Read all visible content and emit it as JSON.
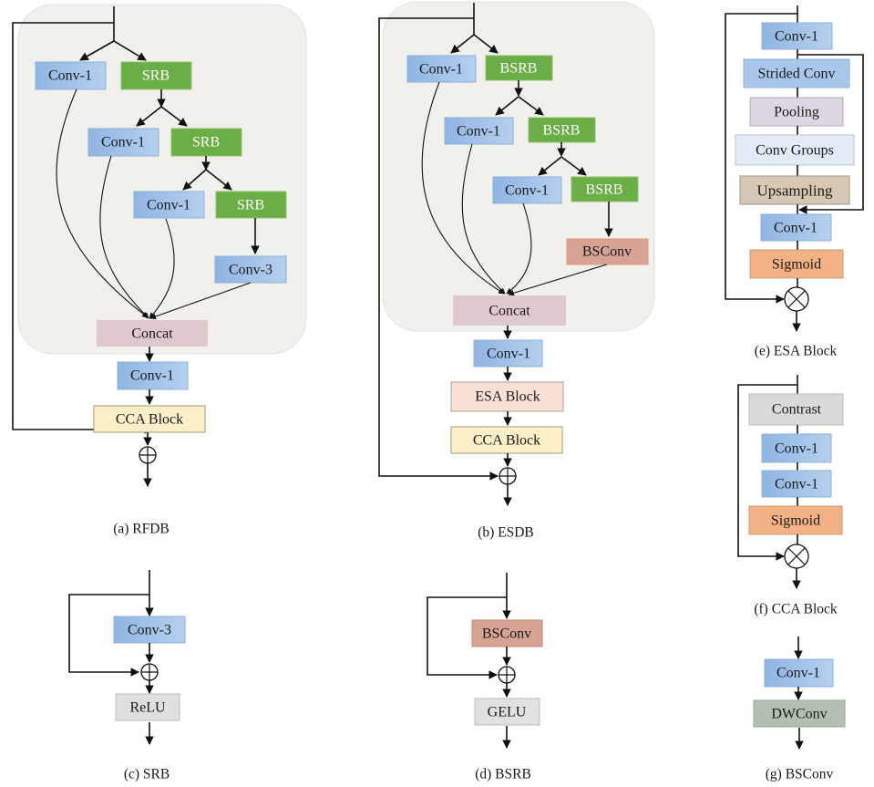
{
  "colors": {
    "conv1": "#9dc0e8",
    "srb": "#6aae45",
    "concat": "#dfc9cf",
    "cca": "#fdf0c8",
    "esa": "#fae1d6",
    "bsconv": "#d7a394",
    "relu": "#dfdfdf",
    "gelu": "#e3e1df",
    "pooling": "#ddd6e3",
    "convgroups": "#e2ebf6",
    "upsampling": "#d8c7b5",
    "sigmoid": "#f3b285",
    "contrast": "#dadada",
    "dwconv": "#b3c0b1"
  },
  "rfdb": {
    "caption": "(a) RFDB",
    "conv1_a": "Conv-1",
    "srb_a": "SRB",
    "conv1_b": "Conv-1",
    "srb_b": "SRB",
    "conv1_c": "Conv-1",
    "srb_c": "SRB",
    "conv3": "Conv-3",
    "concat": "Concat",
    "conv1_out": "Conv-1",
    "cca": "CCA Block"
  },
  "esdb": {
    "caption": "(b) ESDB",
    "conv1_a": "Conv-1",
    "bsrb_a": "BSRB",
    "conv1_b": "Conv-1",
    "bsrb_b": "BSRB",
    "conv1_c": "Conv-1",
    "bsrb_c": "BSRB",
    "bsconv": "BSConv",
    "concat": "Concat",
    "conv1_out": "Conv-1",
    "esa": "ESA Block",
    "cca": "CCA Block"
  },
  "srb": {
    "caption": "(c) SRB",
    "conv3": "Conv-3",
    "relu": "ReLU"
  },
  "bsrb": {
    "caption": "(d) BSRB",
    "bsconv": "BSConv",
    "gelu": "GELU"
  },
  "esa_block": {
    "caption": "(e) ESA Block",
    "conv1_a": "Conv-1",
    "strided": "Strided Conv",
    "pooling": "Pooling",
    "convgroups": "Conv Groups",
    "upsampling": "Upsampling",
    "conv1_b": "Conv-1",
    "sigmoid": "Sigmoid"
  },
  "cca_block": {
    "caption": "(f) CCA Block",
    "contrast": "Contrast",
    "conv1_a": "Conv-1",
    "conv1_b": "Conv-1",
    "sigmoid": "Sigmoid"
  },
  "bsconv_block": {
    "caption": "(g) BSConv",
    "conv1": "Conv-1",
    "dwconv": "DWConv"
  },
  "operators": {
    "add": "element-wise-add",
    "multiply": "element-wise-multiply"
  }
}
